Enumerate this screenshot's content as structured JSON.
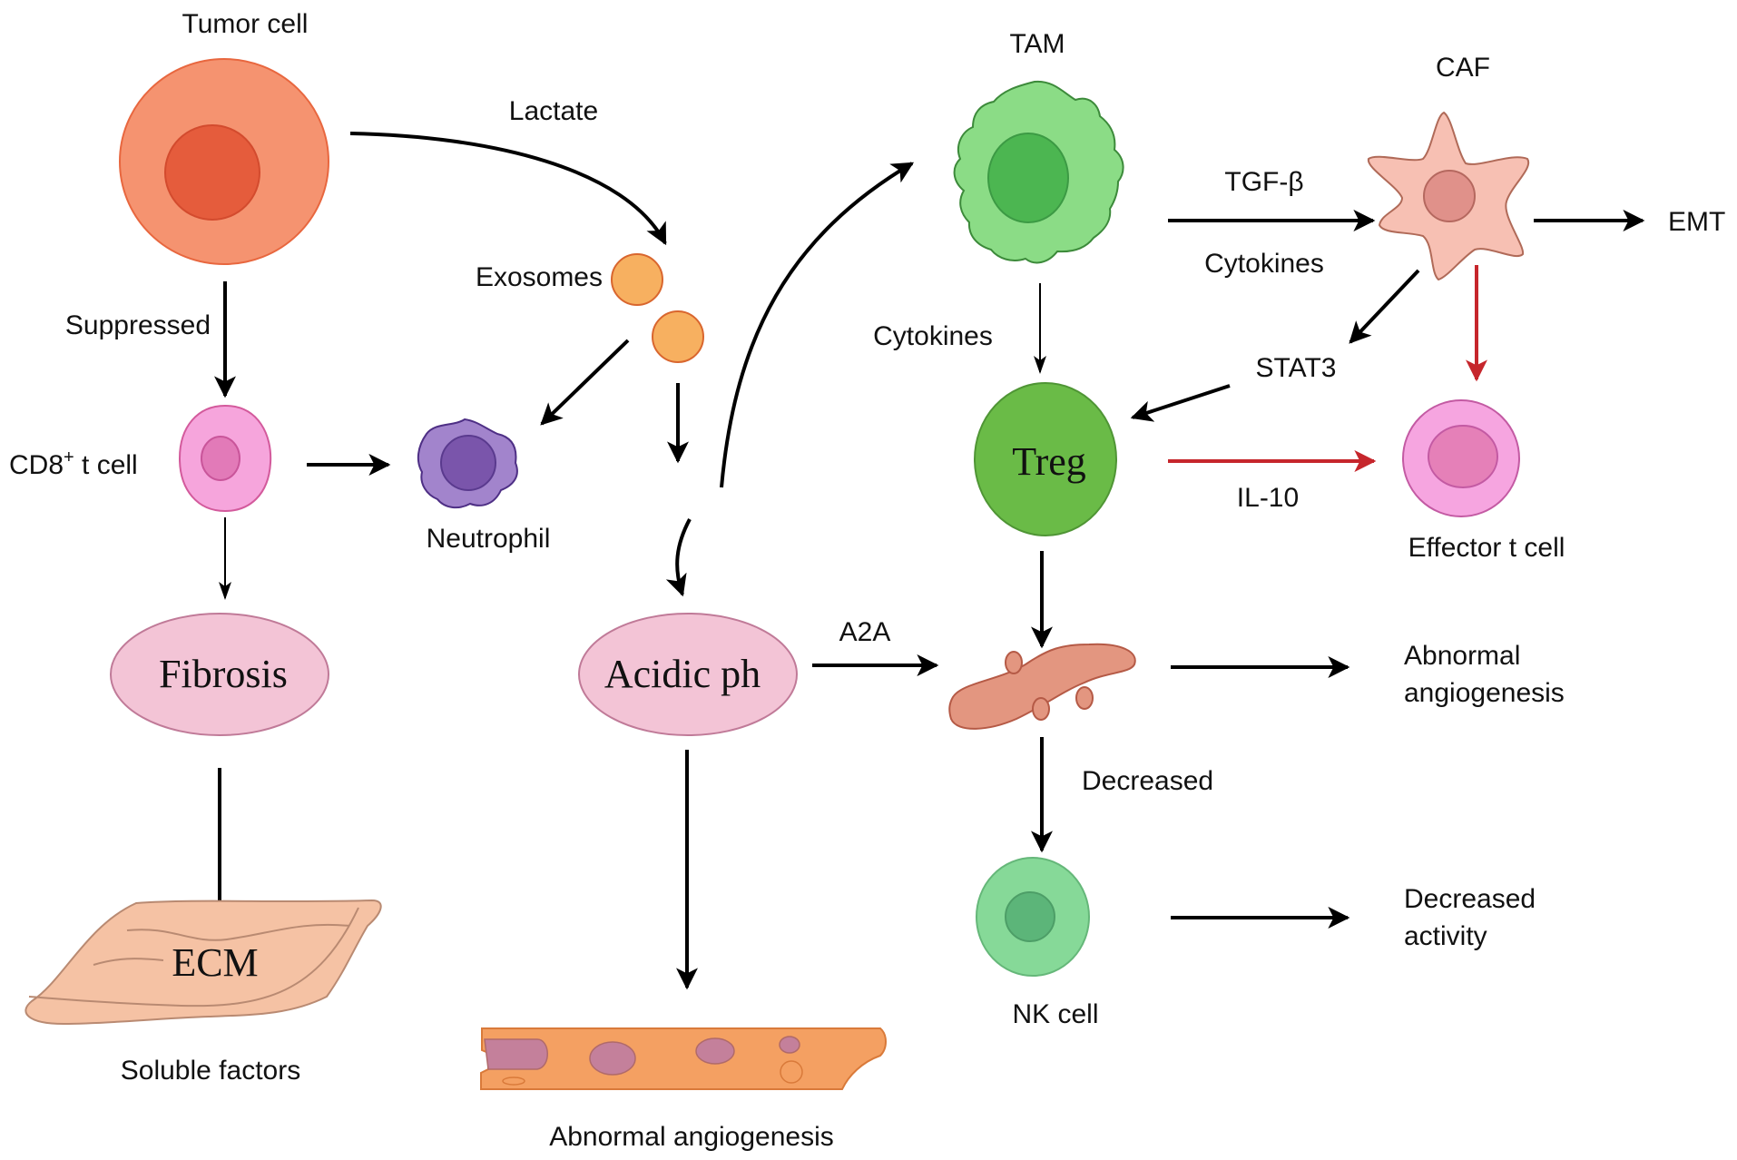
{
  "diagram": {
    "nodes": {
      "tumor_cell": {
        "label": "Tumor cell"
      },
      "exosomes": {
        "label": "Exosomes"
      },
      "cd8_t_cell": {
        "label_main": "CD8",
        "label_sup": "+",
        "label_rest": " t cell"
      },
      "neutrophil": {
        "label": "Neutrophil"
      },
      "fibrosis": {
        "label": "Fibrosis"
      },
      "ecm": {
        "label": "ECM"
      },
      "soluble_factors": {
        "label": "Soluble factors"
      },
      "acidic_ph": {
        "label": "Acidic ph"
      },
      "vessel_bottom": {
        "label": "Abnormal angiogenesis"
      },
      "tam": {
        "label": "TAM"
      },
      "caf": {
        "label": "CAF"
      },
      "emt": {
        "label": "EMT"
      },
      "treg": {
        "label": "Treg"
      },
      "effector_t_cell": {
        "label": "Effector t cell"
      },
      "abnormal_angiogenesis_right": {
        "line1": "Abnormal",
        "line2": "angiogenesis"
      },
      "nk_cell": {
        "label": "NK cell"
      },
      "decreased_activity": {
        "line1": "Decreased",
        "line2": "activity"
      }
    },
    "edge_labels": {
      "lactate": "Lactate",
      "suppressed": "Suppressed",
      "tgf_beta": "TGF-β",
      "cytokines_caf": "Cytokines",
      "cytokines_tam": "Cytokines",
      "stat3": "STAT3",
      "il10": "IL-10",
      "a2a": "A2A",
      "decreased": "Decreased"
    },
    "colors": {
      "tumor_outer": "#f59370",
      "tumor_nucleus": "#e55c3c",
      "exosome": "#f7b060",
      "cd8_outer": "#f6a5dc",
      "cd8_nucleus": "#e27ab8",
      "neutrophil_outer": "#a284cc",
      "neutrophil_nucleus": "#7a55ab",
      "ellipse_pink": "#f3c4d6",
      "ecm": "#f5c2a4",
      "vessel": "#f4a062",
      "vessel_spot": "#c4809b",
      "tam_outer": "#8bdc86",
      "tam_nucleus": "#4cb651",
      "caf_outer": "#f7c0b3",
      "caf_nucleus": "#e0918a",
      "treg": "#6abb47",
      "effector_outer": "#f6a5e0",
      "effector_nucleus": "#e580b8",
      "blood_vessel": "#e39680",
      "nk_outer": "#86d998",
      "nk_nucleus": "#5cb579",
      "red_arrow": "#c6262c"
    }
  }
}
